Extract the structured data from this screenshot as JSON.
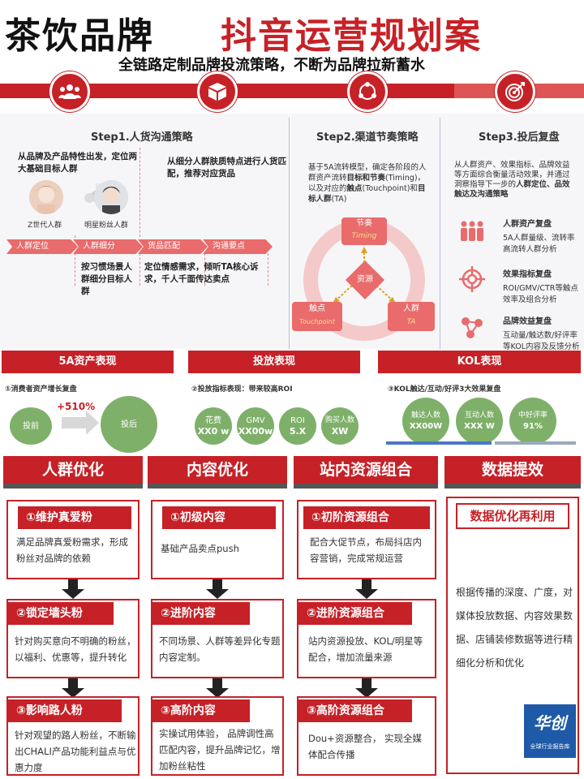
{
  "header": {
    "title_black": "茶饮品牌",
    "title_red": "抖音运营规划案",
    "subtitle": "全链路定制品牌投流策略，不断为品牌拉新蓄水"
  },
  "step1": {
    "title": "Step1.人货沟通策略",
    "text_left": "从品牌及产品特性出发，定位两大基础目标人群",
    "text_right": "从细分人群肤质特点进行人货匹配，推荐对应货品",
    "avatar1_label": "Z世代人群",
    "avatar2_label": "明星粉丝人群",
    "arrows": [
      "人群定位",
      "人群细分",
      "货品匹配",
      "沟通要点"
    ],
    "note_left": "按习惯场景人群细分目标人群",
    "note_right": "定位情感需求，倾听TA核心诉求，千人千面传达卖点"
  },
  "step2": {
    "title": "Step2.渠道节奏策略",
    "desc_plain1": "基于5A流转模型，确定各阶段的人群资产流转",
    "desc_bold1": "目标和节奏",
    "desc_plain2": "(Timing)，以及对应的",
    "desc_bold2": "触点",
    "desc_plain3": "(Touchpoint)和",
    "desc_bold3": "目标人群",
    "desc_plain4": "(TA)",
    "node_top": "节奏",
    "node_top_en": "Timing",
    "node_left": "触点",
    "node_left_en": "Touchpoint",
    "node_right": "人群",
    "node_right_en": "TA",
    "center": "资源"
  },
  "step3": {
    "title": "Step3.投后复盘",
    "desc_plain": "从人群资产、效果指标、品牌效益等方面综合衡量活动效果，并通过洞察指导下一步的",
    "desc_bold": "人群定位、品效触达及沟通策略",
    "items": [
      {
        "title": "人群资产复盘",
        "text": "5A人群量级、流转率高流转人群分析"
      },
      {
        "title": "效果指标复盘",
        "text": "ROI/GMV/CTR等触点效率及组合分析"
      },
      {
        "title": "品牌效益复盘",
        "text": "互动量/触达数/好评率等KOL内容及反馈分析"
      }
    ]
  },
  "metrics": {
    "a5": {
      "bar": "5A资产表现",
      "label": "①消费者资产增长复盘",
      "before": "投前",
      "after": "投后",
      "growth": "+510%"
    },
    "ads": {
      "bar": "投放表现",
      "label": "②投放指标表现：带来较高ROI",
      "circles": [
        {
          "l1": "花费",
          "l2": "XX0 w"
        },
        {
          "l1": "GMV",
          "l2": "XX00w"
        },
        {
          "l1": "ROI",
          "l2": "5.X"
        },
        {
          "l1": "购买人数",
          "l2": "XW"
        }
      ]
    },
    "kol": {
      "bar": "KOL表现",
      "label": "③KOL触达/互动/好评3大效果复盘",
      "circles": [
        {
          "l1": "触达人数",
          "l2": "XX00W"
        },
        {
          "l1": "互动人数",
          "l2": "XXX W"
        },
        {
          "l1": "中好评率",
          "l2": "91%"
        }
      ]
    }
  },
  "columns": [
    {
      "head": "人群优化",
      "boxes": [
        {
          "title": "①维护真爱粉",
          "text": "满足品牌真爱粉需求，形成粉丝对品牌的依赖"
        },
        {
          "title": "②锁定墙头粉",
          "text": "针对购买意向不明确的粉丝，以福利、优惠等，提升转化"
        },
        {
          "title": "③影响路人粉",
          "text": "针对观望的路人粉丝，不断输出CHALI产品功能利益点与优惠力度"
        }
      ]
    },
    {
      "head": "内容优化",
      "boxes": [
        {
          "title": "①初级内容",
          "text": "基础产品卖点push"
        },
        {
          "title": "②进阶内容",
          "text": "不同场景、人群等差异化专题内容定制。"
        },
        {
          "title": "③高阶内容",
          "text": "实操试用体验， 品牌调性高匹配内容，提升品牌记忆，增加粉丝粘性"
        }
      ]
    },
    {
      "head": "站内资源组合",
      "boxes": [
        {
          "title": "①初阶资源组合",
          "text": "配合大促节点，布局抖店内容营销，完成常规运营"
        },
        {
          "title": "②进阶资源组合",
          "text": "站内资源投放、KOL/明星等配合，增加流量来源"
        },
        {
          "title": "③高阶资源组合",
          "text": "Dou+资源整合， 实现全媒体配合传播"
        }
      ]
    },
    {
      "head": "数据提效",
      "big_title": "数据优化再利用",
      "text": "根据传播的深度、广度，对媒体投放数据、内容效果数据、店铺装修数据等进行精细化分析和优化"
    }
  ],
  "watermark": {
    "text": "华创",
    "sub": "全球行业报告库"
  },
  "colors": {
    "brand_red": "#c62127",
    "green": "#7fb06a"
  }
}
